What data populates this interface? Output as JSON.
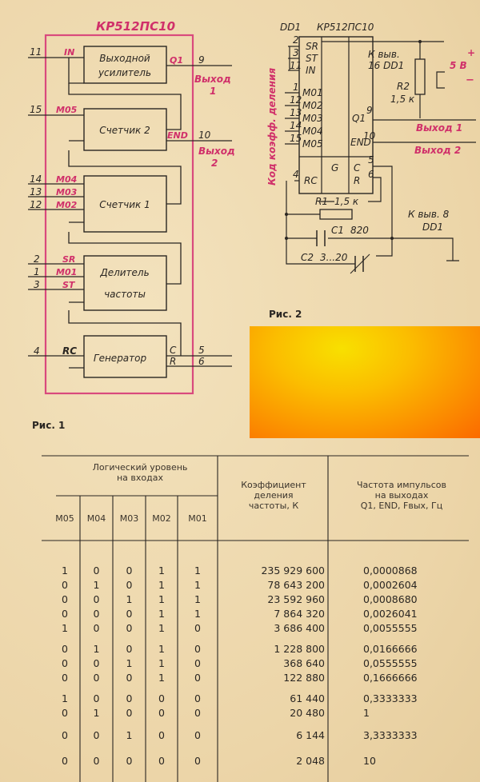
{
  "fig1": {
    "caption": "Рис. 1",
    "chip_title": "КР512ПС10",
    "blocks": {
      "amp_line1": "Выходной",
      "amp_line2": "усилитель",
      "counter2": "Счетчик 2",
      "counter1": "Счетчик 1",
      "div_line1": "Делитель",
      "div_line2": "частоты",
      "gen": "Генератор"
    },
    "pins_left": [
      {
        "num": "11",
        "name": "IN"
      },
      {
        "num": "15",
        "name": "M05"
      },
      {
        "num": "14",
        "name": "M04"
      },
      {
        "num": "13",
        "name": "M03"
      },
      {
        "num": "12",
        "name": "M02"
      },
      {
        "num": "2",
        "name": "SR"
      },
      {
        "num": "1",
        "name": "M01"
      },
      {
        "num": "3",
        "name": "ST"
      },
      {
        "num": "4",
        "name": "RC"
      }
    ],
    "pins_right": [
      {
        "num": "9",
        "name": "Q1"
      },
      {
        "num": "10",
        "name": "END"
      },
      {
        "num": "5",
        "name": "C"
      },
      {
        "num": "6",
        "name": "R"
      }
    ],
    "out1_line1": "Выход",
    "out1_line2": "1",
    "out2_line1": "Выход",
    "out2_line2": "2"
  },
  "fig2": {
    "caption": "Рис. 2",
    "title_dd": "DD1",
    "title_chip": "КР512ПС10",
    "pins": {
      "sr": "SR",
      "st": "ST",
      "in": "IN",
      "m01": "M01",
      "m02": "M02",
      "m03": "M03",
      "m04": "M04",
      "m05": "M05",
      "g": "G",
      "rc": "RC",
      "c": "C",
      "r": "R",
      "q1": "Q1",
      "end": "END"
    },
    "pin_nums": {
      "p2": "2",
      "p3": "3",
      "p11": "11",
      "p1": "1",
      "p12": "12",
      "p13": "13",
      "p14": "14",
      "p15": "15",
      "p4": "4",
      "p5": "5",
      "p6": "6",
      "p9": "9",
      "p10": "10"
    },
    "side_label": "Код коэфф. деления",
    "to_pin16_l1": "К выв.",
    "to_pin16_l2": "16 DD1",
    "to_pin8_l1": "К выв. 8",
    "to_pin8_l2": "DD1",
    "supply": "5 В",
    "plus": "+",
    "minus": "−",
    "r2": "R2",
    "r2_val": "1,5 к",
    "r1": "R1",
    "r1_val": "1,5 к",
    "c1": "C1",
    "c1_val": "820",
    "c2": "C2",
    "c2_val": "3...20",
    "out1": "Выход 1",
    "out2": "Выход 2"
  },
  "table": {
    "group_header_l1": "Логический уровень",
    "group_header_l2": "на входах",
    "k_header_l1": "Коэффициент",
    "k_header_l2": "деления",
    "k_header_l3": "частоты, К",
    "f_header_l1": "Частота импульсов",
    "f_header_l2": "на выходах",
    "f_header_l3": "Q1, END, Fвых, Гц",
    "columns": [
      "M05",
      "M04",
      "M03",
      "M02",
      "M01"
    ],
    "rows": [
      {
        "m": [
          "1",
          "0",
          "0",
          "1",
          "1"
        ],
        "k": "235 929 600",
        "f": "0,0000868"
      },
      {
        "m": [
          "0",
          "1",
          "0",
          "1",
          "1"
        ],
        "k": "78 643 200",
        "f": "0,0002604"
      },
      {
        "m": [
          "0",
          "0",
          "1",
          "1",
          "1"
        ],
        "k": "23 592 960",
        "f": "0,0008680"
      },
      {
        "m": [
          "0",
          "0",
          "0",
          "1",
          "1"
        ],
        "k": "7 864 320",
        "f": "0,0026041"
      },
      {
        "m": [
          "1",
          "0",
          "0",
          "1",
          "0"
        ],
        "k": "3 686 400",
        "f": "0,0055555"
      },
      {
        "m": [
          "0",
          "1",
          "0",
          "1",
          "0"
        ],
        "k": "1 228 800",
        "f": "0,0166666"
      },
      {
        "m": [
          "0",
          "0",
          "1",
          "1",
          "0"
        ],
        "k": "368 640",
        "f": "0,0555555"
      },
      {
        "m": [
          "0",
          "0",
          "0",
          "1",
          "0"
        ],
        "k": "122 880",
        "f": "0,1666666"
      },
      {
        "m": [
          "1",
          "0",
          "0",
          "0",
          "0"
        ],
        "k": "61 440",
        "f": "0,3333333"
      },
      {
        "m": [
          "0",
          "1",
          "0",
          "0",
          "0"
        ],
        "k": "20 480",
        "f": "1"
      },
      {
        "m": [
          "0",
          "0",
          "1",
          "0",
          "0"
        ],
        "k": "6 144",
        "f": "3,3333333"
      },
      {
        "m": [
          "0",
          "0",
          "0",
          "0",
          "0"
        ],
        "k": "2 048",
        "f": "10"
      }
    ]
  }
}
